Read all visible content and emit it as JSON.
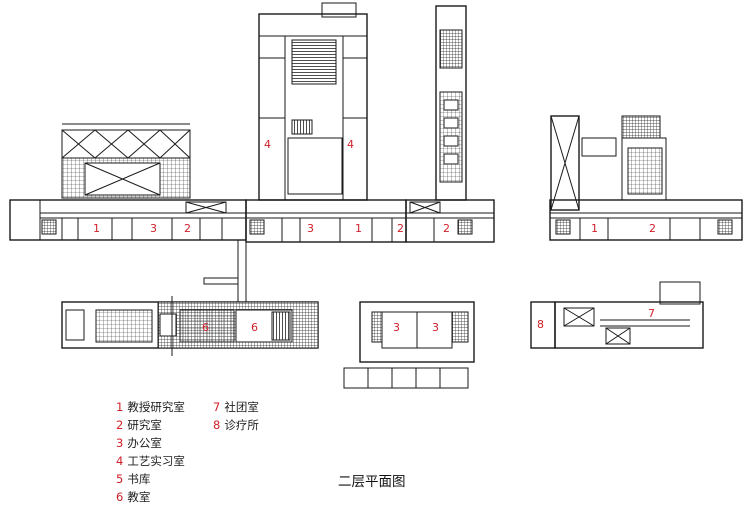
{
  "caption": "二层平面图",
  "legend": [
    {
      "num": "1",
      "label": "教授研究室"
    },
    {
      "num": "2",
      "label": "研究室"
    },
    {
      "num": "3",
      "label": "办公室"
    },
    {
      "num": "4",
      "label": "工艺实习室"
    },
    {
      "num": "5",
      "label": "书库"
    },
    {
      "num": "6",
      "label": "教室"
    },
    {
      "num": "7",
      "label": "社团室"
    },
    {
      "num": "8",
      "label": "诊疗所"
    }
  ],
  "room_labels": [
    "1",
    "3",
    "2",
    "3",
    "1",
    "2",
    "2",
    "4",
    "4",
    "1",
    "2",
    "3",
    "3",
    "6",
    "6",
    "8",
    "7"
  ],
  "colors": {
    "label": "#d0202a",
    "line": "#1a1a1a",
    "hatch": "#555555"
  }
}
